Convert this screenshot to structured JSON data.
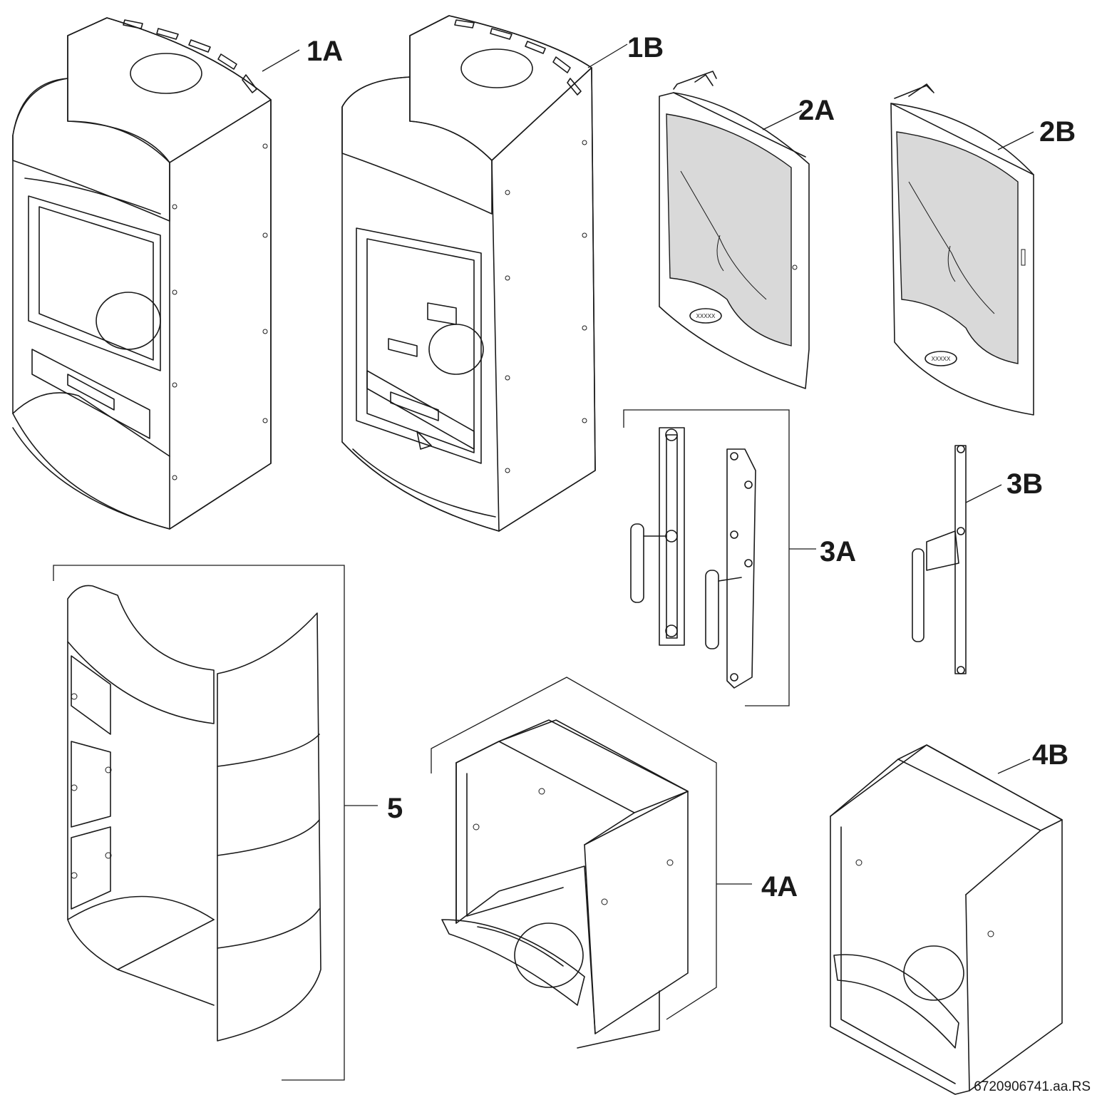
{
  "labels": {
    "part_1a": "1A",
    "part_1b": "1B",
    "part_2a": "2A",
    "part_2b": "2B",
    "part_3a": "3A",
    "part_3b": "3B",
    "part_4a": "4A",
    "part_4b": "4B",
    "part_5": "5"
  },
  "door_badge_text": "XXXXX",
  "figure_code": "6720906741.aa.RS"
}
